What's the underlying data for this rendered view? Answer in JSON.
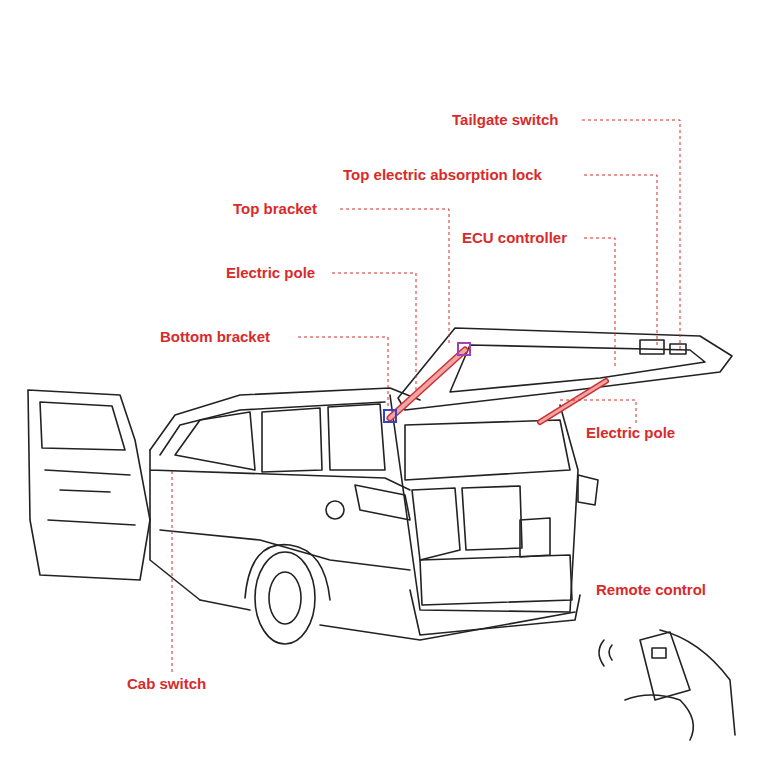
{
  "diagram": {
    "labels": [
      "Tailgate switch",
      "Top electric absorption lock",
      "Top bracket",
      "ECU controller",
      "Electric pole",
      "Bottom bracket",
      "Electric pole",
      "Remote control",
      "Cab switch"
    ]
  }
}
